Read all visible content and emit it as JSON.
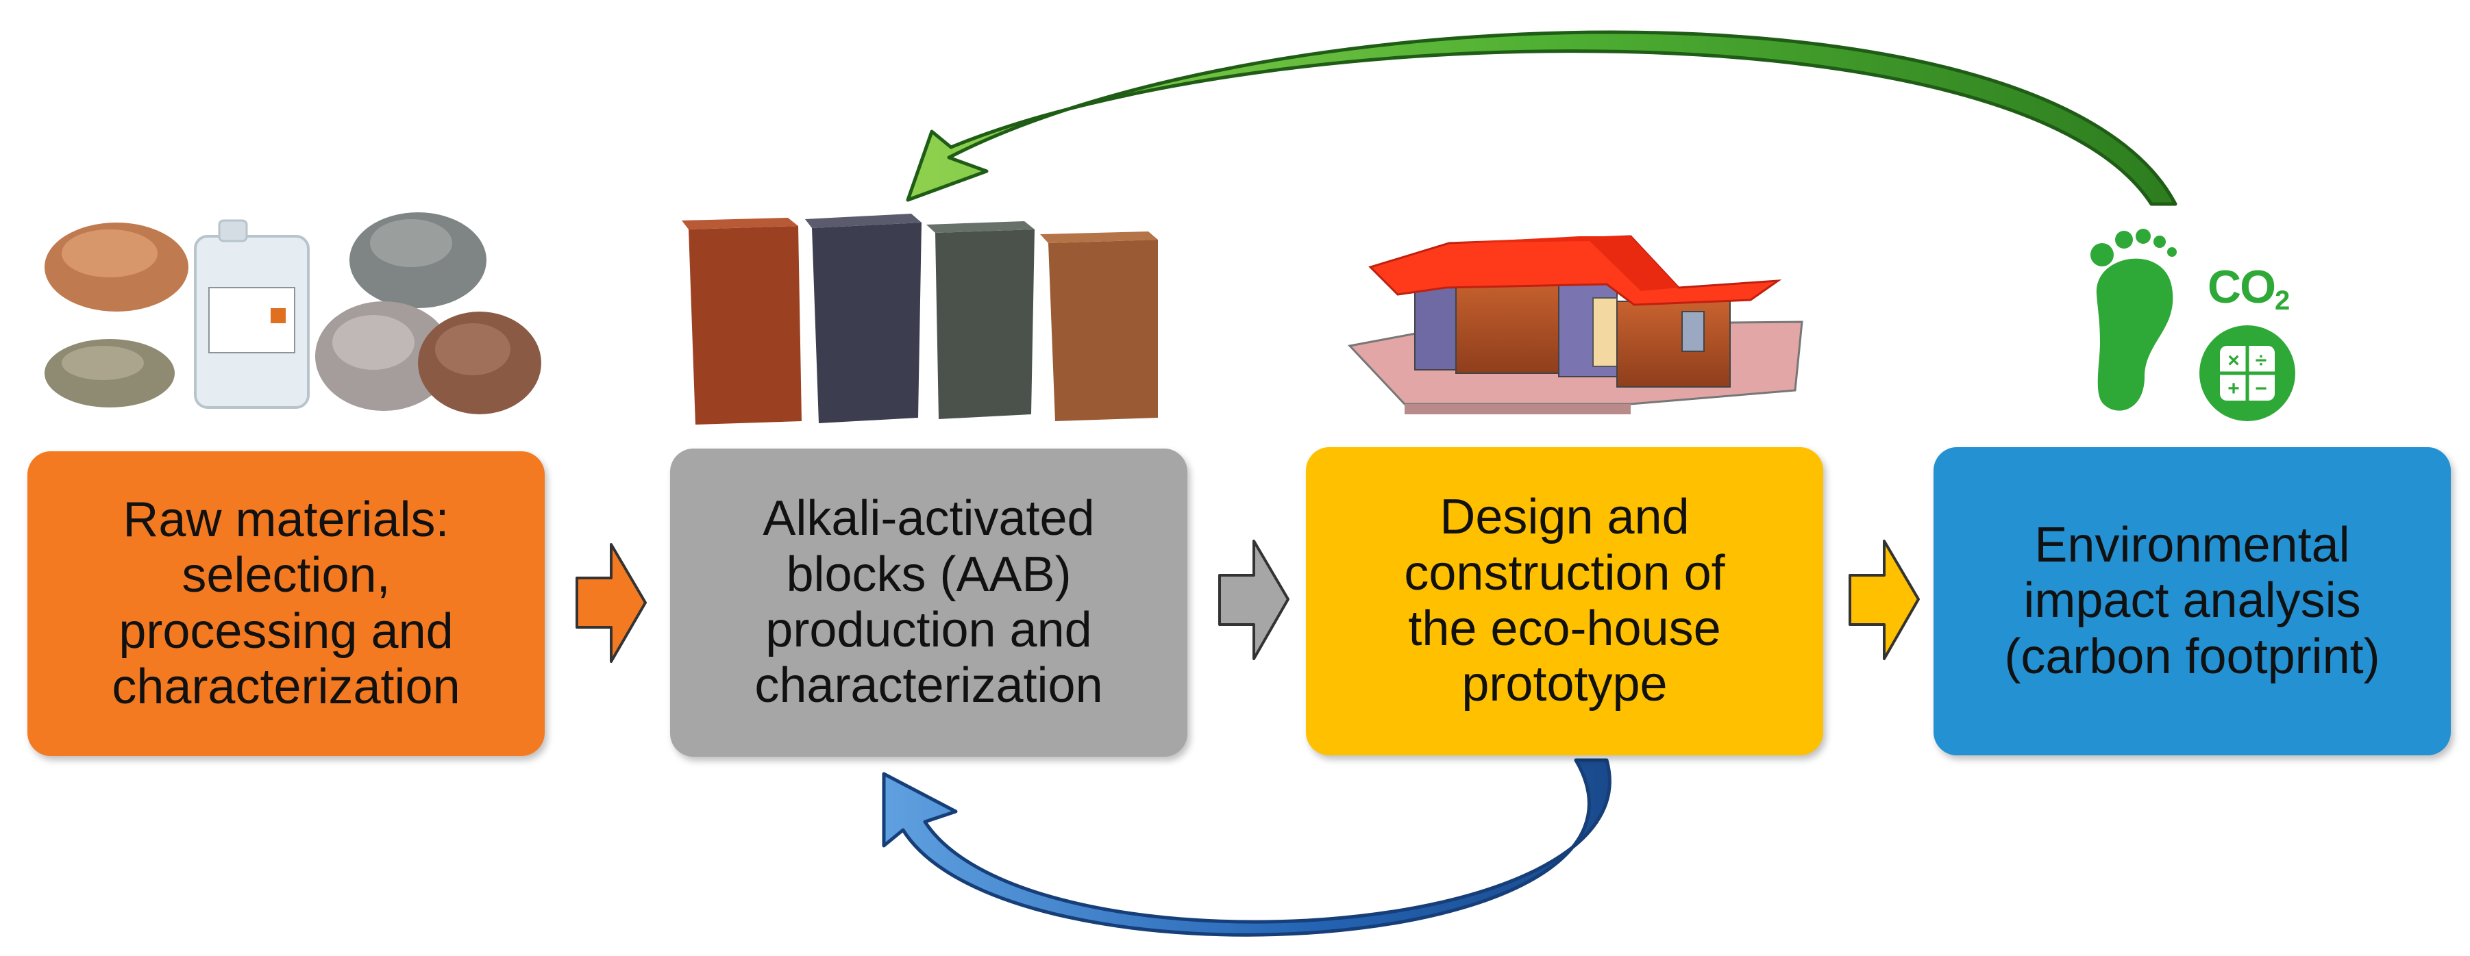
{
  "steps": [
    {
      "id": "raw",
      "lines": [
        "Raw materials:",
        "selection,",
        "processing and",
        "characterization"
      ],
      "color": "#f47a22"
    },
    {
      "id": "aab",
      "lines": [
        "Alkali-activated",
        "blocks (AAB)",
        "production and",
        "characterization"
      ],
      "color": "#a6a6a6"
    },
    {
      "id": "design",
      "lines": [
        "Design and",
        "construction of",
        "the eco-house",
        "prototype"
      ],
      "color": "#ffc000"
    },
    {
      "id": "env",
      "lines": [
        "Environmental",
        "impact analysis",
        "(carbon footprint)"
      ],
      "color": "#2391d2"
    }
  ],
  "footprint": {
    "label_main": "CO",
    "label_sub": "2",
    "icon": "footprint-icon"
  },
  "calculator": {
    "icon": "calculator-icon",
    "symbols": [
      "×",
      "÷",
      "+",
      "−"
    ]
  },
  "illustrations": [
    "raw-materials-image",
    "bricks-image",
    "eco-house-image"
  ],
  "feedback_arrows": [
    {
      "from": "env",
      "to": "aab",
      "color": "#3d9a2e"
    },
    {
      "from": "design",
      "to": "aab",
      "color": "#1f5aa8"
    }
  ],
  "flow_arrow_colors": [
    "#f47a22",
    "#a6a6a6",
    "#ffc000"
  ]
}
